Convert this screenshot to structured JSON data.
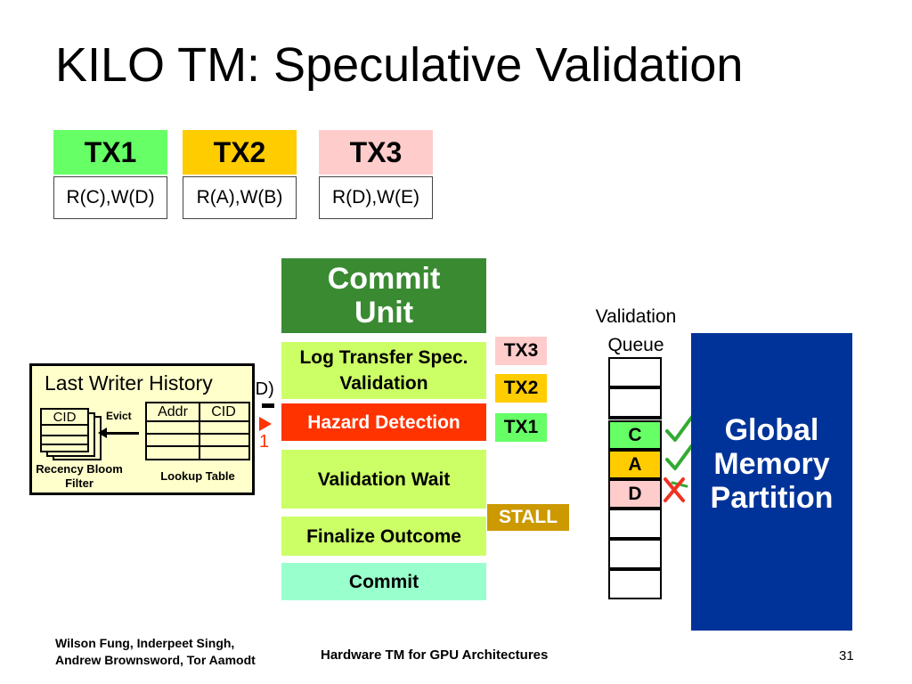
{
  "slide": {
    "title": "KILO TM: Speculative Validation",
    "page_number": "31"
  },
  "transactions": [
    {
      "name": "TX1",
      "ops": "R(C),W(D)",
      "color": "#66FF66"
    },
    {
      "name": "TX2",
      "ops": "R(A),W(B)",
      "color": "#FFCC00"
    },
    {
      "name": "TX3",
      "ops": "R(D),W(E)",
      "color": "#FFCCCC"
    }
  ],
  "commit_unit": {
    "header": "Commit Unit",
    "stages": [
      "Log Transfer Spec. Validation",
      "Hazard Detection",
      "Validation Wait",
      "Finalize Outcome",
      "Commit"
    ],
    "stage_tx": [
      "TX3",
      "TX2",
      "TX1"
    ],
    "stall_label": "STALL"
  },
  "last_writer_history": {
    "title": "Last Writer History",
    "cid_label": "CID",
    "evict_label": "Evict",
    "addr_header": "Addr",
    "cid_header": "CID",
    "bloom_filter_label": "Recency Bloom Filter",
    "lookup_table_label": "Lookup Table",
    "overlap_text": "(D)",
    "overlap_digit": "1"
  },
  "validation_queue": {
    "label": "Validation Queue",
    "entries": [
      "C",
      "A",
      "D"
    ],
    "results": [
      "pass",
      "pass",
      "fail"
    ]
  },
  "global_memory": {
    "label": "Global Memory Partition",
    "color": "#003399"
  },
  "footer": {
    "authors": "Wilson Fung, Inderpeet Singh, Andrew Brownsword, Tor Aamodt",
    "center_title": "Hardware TM for GPU Architectures"
  },
  "colors": {
    "commit_unit_header": "#3A8A32",
    "stage_green": "#CCFF66",
    "hazard_red": "#FF3300",
    "commit_teal": "#99FFCC",
    "stall_gold": "#CC9900",
    "lwh_fill": "#FFFFCC",
    "check_green": "#33AA33",
    "cross_red": "#EE3322"
  }
}
